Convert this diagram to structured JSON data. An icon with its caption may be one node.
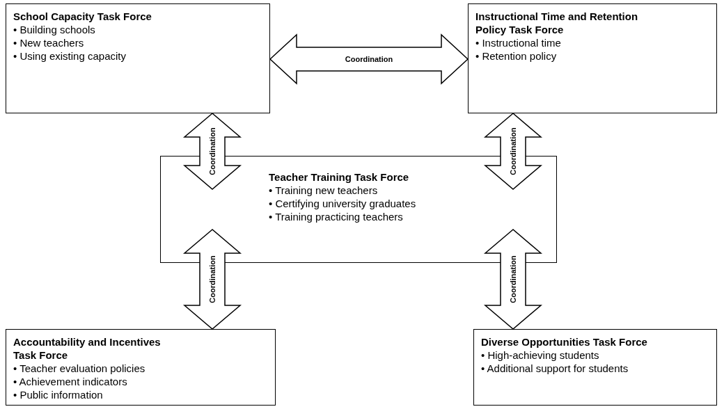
{
  "diagram": {
    "nodes": [
      {
        "text": [
          "School Capacity Task Force",
          "• Building schools",
          "• New teachers",
          "• Using existing capacity"
        ]
      },
      {
        "text": [
          "Instructional Time and Retention Policy Task Force",
          "• Instructional time",
          "• Retention policy"
        ]
      },
      {
        "text": [
          "Teacher Training Task Force",
          "• Training new teachers",
          "• Certifying university graduates",
          "• Training practicing teachers"
        ]
      },
      {
        "text": [
          "Accountability and Incentives Task Force",
          "• Teacher evaluation policies",
          "• Achievement indicators",
          "• Public information"
        ]
      },
      {
        "text": [
          "Diverse Opportunities Task Force",
          "• High-achieving students",
          "• Additional support for students"
        ]
      }
    ],
    "edges": [
      {
        "from": 0,
        "to": 1,
        "arrow": "both",
        "label": "Coordination"
      },
      {
        "from": 0,
        "to": 2,
        "arrow": "both",
        "label": "Coordination"
      },
      {
        "from": 1,
        "to": 2,
        "arrow": "both",
        "label": "Coordination"
      },
      {
        "from": 2,
        "to": 3,
        "arrow": "both",
        "label": "Coordination"
      },
      {
        "from": 2,
        "to": 4,
        "arrow": "both",
        "label": "Coordination"
      }
    ]
  }
}
